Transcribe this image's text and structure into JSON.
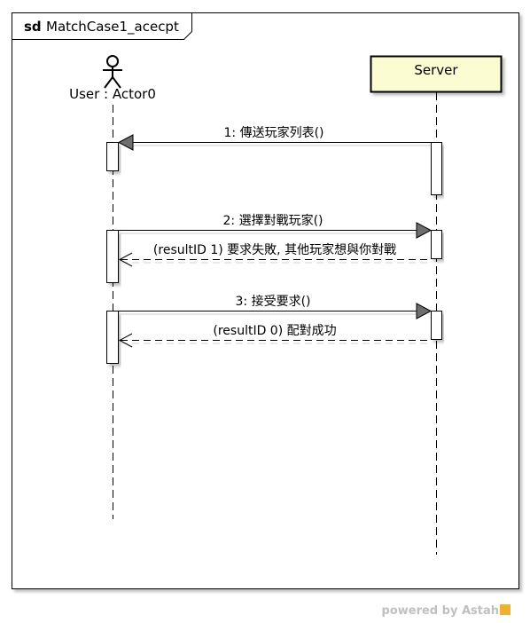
{
  "frame": {
    "keyword": "sd",
    "name": "MatchCase1_acecpt"
  },
  "lifelines": [
    {
      "name": "User : Actor0",
      "kind": "actor"
    },
    {
      "name": "Server",
      "kind": "object",
      "fill": "#fcfcd2"
    }
  ],
  "messages": [
    {
      "label": "1: 傳送玩家列表()",
      "direction": "to-user",
      "type": "sync"
    },
    {
      "label": "2: 選擇對戰玩家()",
      "direction": "to-server",
      "type": "sync"
    },
    {
      "label": "(resultID 1) 要求失敗, 其他玩家想與你對戰",
      "direction": "to-user",
      "type": "return"
    },
    {
      "label": "3: 接受要求()",
      "direction": "to-server",
      "type": "sync"
    },
    {
      "label": "(resultID 0) 配對成功",
      "direction": "to-user",
      "type": "return"
    }
  ],
  "watermark": "powered by Astah",
  "colors": {
    "object_fill": "#fcfcd2",
    "line": "#000000",
    "watermark": "#c0c0c0"
  }
}
